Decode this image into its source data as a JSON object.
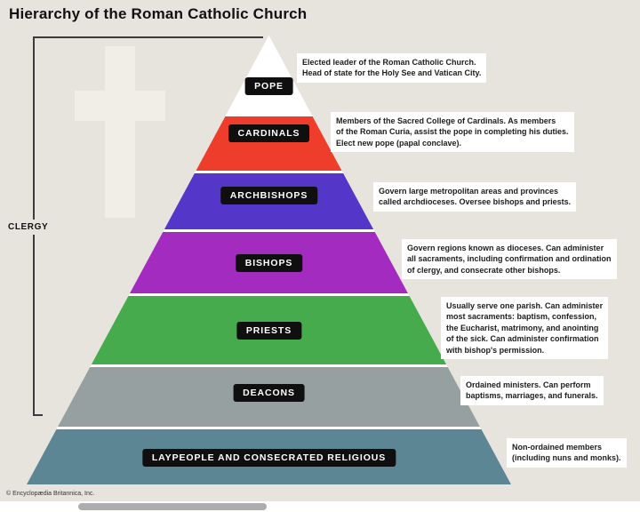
{
  "title": "Hierarchy of the Roman Catholic Church",
  "clergy_label": "CLERGY",
  "copyright": "© Encyclopædia Britannica, Inc.",
  "colors": {
    "background": "#e7e4dd",
    "cross": "#f1eee7",
    "label_box": "#0f0f0f",
    "label_text": "#ffffff"
  },
  "levels": [
    {
      "name": "POPE",
      "color": "#ffffff",
      "description": "Elected leader of the Roman Catholic Church.\nHead of state for the Holy See and Vatican City."
    },
    {
      "name": "CARDINALS",
      "color": "#ee3d2a",
      "description": "Members of the Sacred College of Cardinals. As members\nof the Roman Curia, assist the pope in completing his duties.\nElect new pope (papal conclave)."
    },
    {
      "name": "ARCHBISHOPS",
      "color": "#5436c9",
      "description": "Govern large metropolitan areas and provinces\ncalled archdioceses. Oversee bishops and priests."
    },
    {
      "name": "BISHOPS",
      "color": "#a32bbf",
      "description": "Govern regions known as dioceses. Can administer\nall sacraments, including confirmation and ordination\nof clergy, and consecrate other bishops."
    },
    {
      "name": "PRIESTS",
      "color": "#46ab4d",
      "description": "Usually serve one parish. Can administer\nmost sacraments: baptism, confession,\nthe Eucharist, matrimony, and anointing\nof the sick. Can administer confirmation\nwith bishop's permission."
    },
    {
      "name": "DEACONS",
      "color": "#97a0a1",
      "description": "Ordained ministers. Can perform\nbaptisms, marriages, and funerals."
    },
    {
      "name": "LAYPEOPLE AND CONSECRATED RELIGIOUS",
      "color": "#5d8694",
      "description": "Non-ordained members\n(including nuns and monks)."
    }
  ]
}
